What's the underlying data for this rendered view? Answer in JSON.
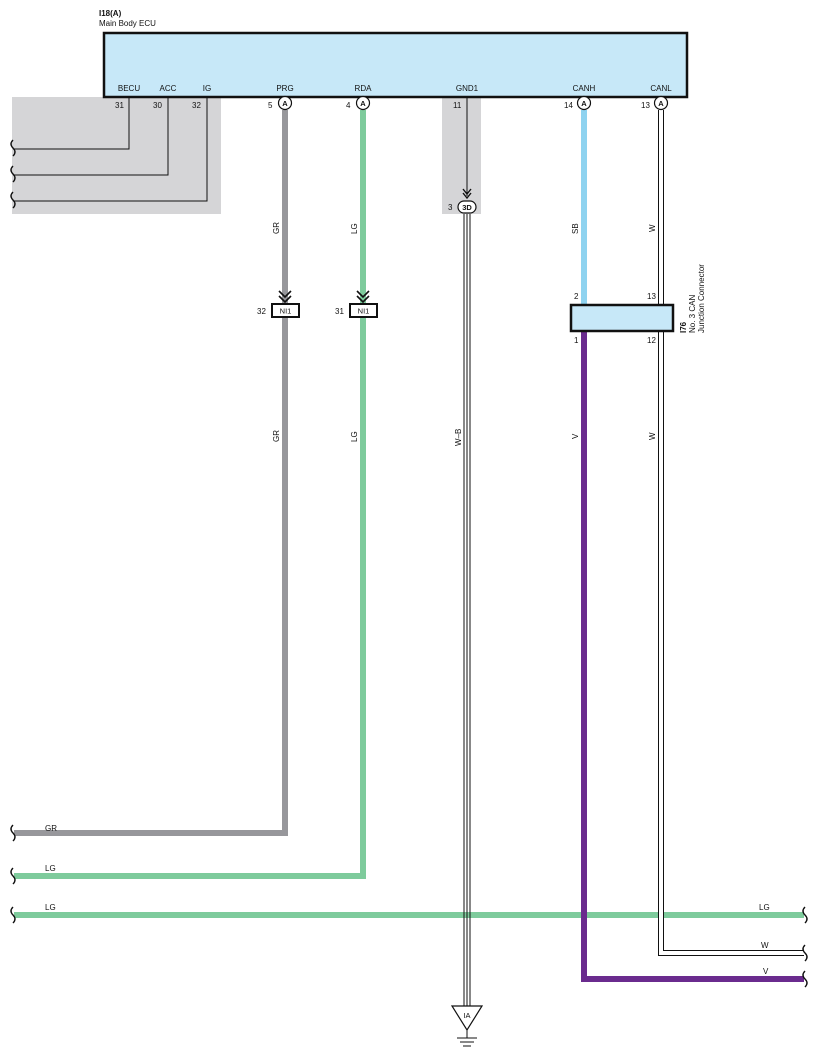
{
  "ecu": {
    "ref": "I18(A)",
    "name": "Main Body ECU",
    "pins": [
      {
        "label": "BECU",
        "num": "31"
      },
      {
        "label": "ACC",
        "num": "30"
      },
      {
        "label": "IG",
        "num": "32"
      },
      {
        "label": "PRG",
        "num": "5",
        "conn": "A"
      },
      {
        "label": "RDA",
        "num": "4",
        "conn": "A"
      },
      {
        "label": "GND1",
        "num": "11"
      },
      {
        "label": "CANH",
        "num": "14",
        "conn": "A"
      },
      {
        "label": "CANL",
        "num": "13",
        "conn": "A"
      }
    ]
  },
  "ground_connector": {
    "pin": "3",
    "label": "3D"
  },
  "ni1": [
    {
      "pin": "32",
      "label": "NI1"
    },
    {
      "pin": "31",
      "label": "NI1"
    }
  ],
  "jc": {
    "ref": "I76",
    "line1": "No. 3 CAN",
    "line2": "Junction Connector",
    "pins": {
      "top_left": "2",
      "top_right": "13",
      "bottom_left": "1",
      "bottom_right": "12"
    }
  },
  "wire_labels": {
    "prg_top": "GR",
    "rda_top": "LG",
    "canh_top": "SB",
    "canl_top": "W",
    "prg_mid": "GR",
    "rda_mid": "LG",
    "gnd_mid": "W–B",
    "v_mid": "V",
    "w_mid": "W"
  },
  "bottom_labels": {
    "gr": "GR",
    "lg1": "LG",
    "lg2_left": "LG",
    "lg2_right": "LG",
    "w": "W",
    "v": "V"
  },
  "ground_point": "IA",
  "colors": {
    "ecu_fill": "#c7e8f8",
    "gray_area": "#d5d5d7",
    "gr": "#97979b",
    "lg": "#7ecb9c",
    "sb": "#8fd3f0",
    "v": "#6a2b8e",
    "w": "#ffffff"
  }
}
